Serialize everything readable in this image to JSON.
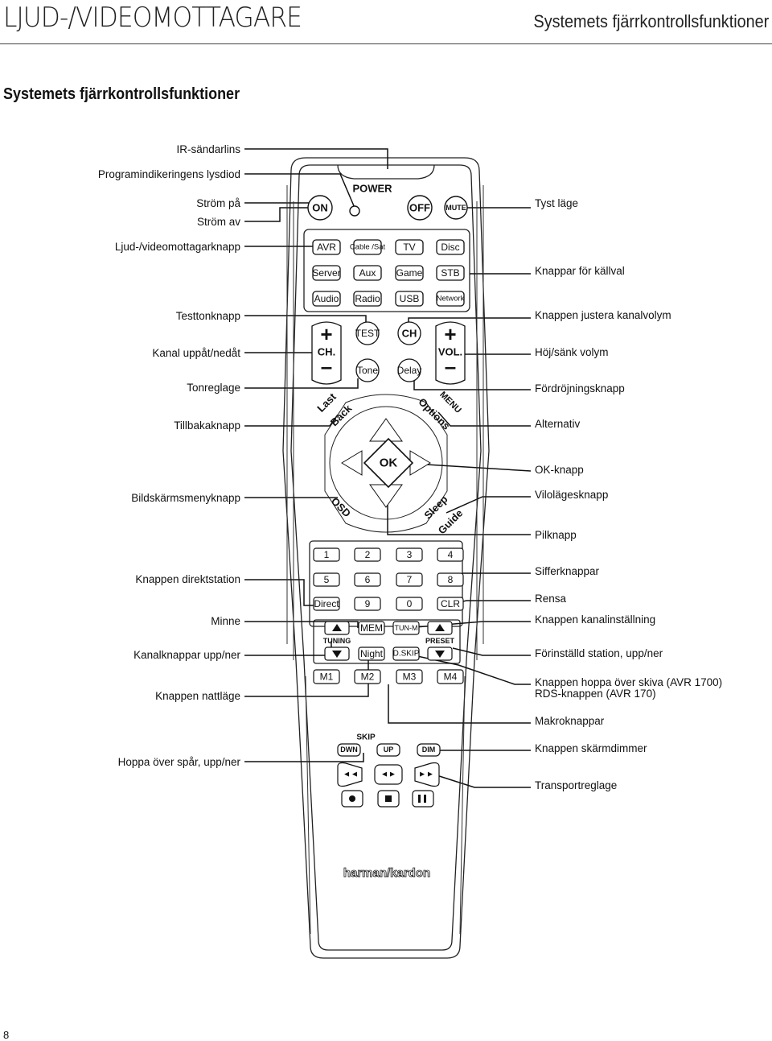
{
  "header": {
    "left_title": "LJUD-/VIDEOMOTTAGARE",
    "right_title": "Systemets fjärrkontrollsfunktioner"
  },
  "section_title": "Systemets fjärrkontrollsfunktioner",
  "page_number": "8",
  "labels_left": [
    "IR-sändarlins",
    "Programindikeringens lysdiod",
    "Ström på",
    "Ström av",
    "Ljud-/videomottagarknapp",
    "Testtonknapp",
    "Kanal uppåt/nedåt",
    "Tonreglage",
    "Tillbakaknapp",
    "Bildskärmsmenyknapp",
    "Knappen direktstation",
    "Minne",
    "Kanalknappar upp/ner",
    "Knappen nattläge",
    "Hoppa över spår, upp/ner"
  ],
  "labels_right": [
    "Tyst läge",
    "Knappar för källval",
    "Knappen justera kanalvolym",
    "Höj/sänk volym",
    "Fördröjningsknapp",
    "Alternativ",
    "OK-knapp",
    "Vilolägesknapp",
    "Pilknapp",
    "Sifferknappar",
    "Rensa",
    "Knappen kanalinställning",
    "Förinställd station, upp/ner",
    "Knappen hoppa över skiva (AVR 1700)",
    "RDS-knappen (AVR 170)",
    "Makroknappar",
    "Knappen skärmdimmer",
    "Transportreglage"
  ],
  "remote": {
    "power": "POWER",
    "on": "ON",
    "off": "OFF",
    "mute": "MUTE",
    "sources_row1": [
      "AVR",
      "Cable /Sat",
      "TV",
      "Disc"
    ],
    "sources_row2": [
      "Server",
      "Aux",
      "Game",
      "STB"
    ],
    "sources_row3": [
      "Audio",
      "Radio",
      "USB",
      "Network"
    ],
    "test": "TEST",
    "ch_btn": "CH",
    "ch_label": "CH.",
    "vol_label": "VOL.",
    "tone": "Tone",
    "delay": "Delay",
    "last": "Last",
    "back": "Back",
    "options": "Options",
    "menu": "MENU",
    "ok": "OK",
    "osd": "OSD",
    "sleep": "Sleep",
    "guide": "Guide",
    "digits_row1": [
      "1",
      "2",
      "3",
      "4"
    ],
    "digits_row2": [
      "5",
      "6",
      "7",
      "8"
    ],
    "direct": "Direct",
    "nine": "9",
    "zero": "0",
    "clr": "CLR",
    "mem": "MEM",
    "tun_m": "TUN-M",
    "tuning": "TUNING",
    "preset": "PRESET",
    "night": "Night",
    "dskip": "D.SKIP",
    "macros": [
      "M1",
      "M2",
      "M3",
      "M4"
    ],
    "skip": "SKIP",
    "dwn": "DWN",
    "up": "UP",
    "dim": "DIM",
    "brand": "harman/kardon"
  }
}
